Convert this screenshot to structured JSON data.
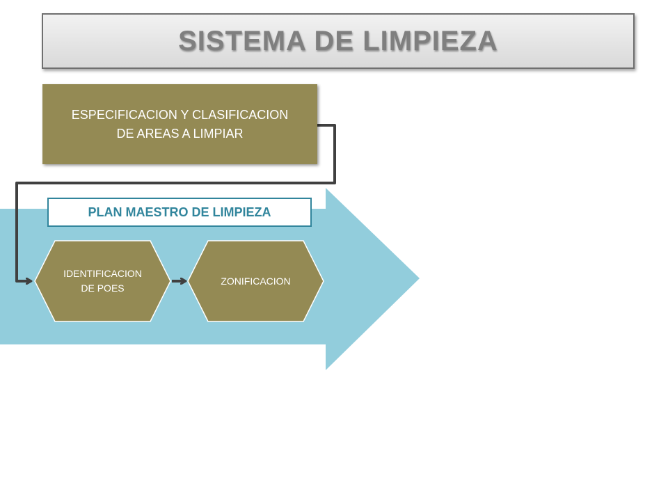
{
  "title": "SISTEMA DE LIMPIEZA",
  "spec_box": {
    "line1": "ESPECIFICACION Y CLASIFICACION",
    "line2": "DE AREAS A LIMPIAR"
  },
  "plan_label": "PLAN MAESTRO DE LIMPIEZA",
  "steps": [
    {
      "line1": "IDENTIFICACION",
      "line2": "DE POES"
    },
    {
      "line1": "ZONIFICACION",
      "line2": ""
    }
  ],
  "colors": {
    "olive": "#948a54",
    "arrow_blue": "#92cddc",
    "teal": "#31859c",
    "connector": "#404040",
    "title_text": "#7f7f7f"
  }
}
